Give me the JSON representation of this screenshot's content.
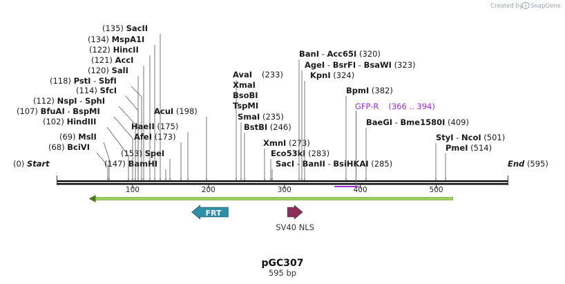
{
  "credit": {
    "text": "Created by",
    "brand": "SnapGene",
    "icon": "snapgene-logo-icon"
  },
  "plasmid": {
    "name": "pGC307",
    "length_label": "595 bp",
    "start_label": "Start",
    "start_pos": "(0)",
    "end_label": "End",
    "end_pos": "(595)"
  },
  "axis": {
    "ticks": [
      {
        "value": 100,
        "label": "100"
      },
      {
        "value": 200,
        "label": "200"
      },
      {
        "value": 300,
        "label": "300"
      },
      {
        "value": 400,
        "label": "400"
      },
      {
        "value": 500,
        "label": "500"
      }
    ]
  },
  "sites": [
    {
      "names": [
        "SacII"
      ],
      "pos": "(135)",
      "site": 135
    },
    {
      "names": [
        "MspA1I"
      ],
      "pos": "(134)",
      "site": 134
    },
    {
      "names": [
        "HincII"
      ],
      "pos": "(122)",
      "site": 122
    },
    {
      "names": [
        "AccI"
      ],
      "pos": "(121)",
      "site": 121
    },
    {
      "names": [
        "SalI"
      ],
      "pos": "(120)",
      "site": 120
    },
    {
      "names": [
        "PstI",
        "SbfI"
      ],
      "pos": "(118)",
      "site": 118
    },
    {
      "names": [
        "SfcI"
      ],
      "pos": "(114)",
      "site": 114
    },
    {
      "names": [
        "NspI",
        "SphI"
      ],
      "pos": "(112)",
      "site": 112
    },
    {
      "names": [
        "BfuAI",
        "BspMI"
      ],
      "pos": "(107)",
      "site": 107
    },
    {
      "names": [
        "HindIII"
      ],
      "pos": "(102)",
      "site": 102
    },
    {
      "names": [
        "MslI"
      ],
      "pos": "(69)",
      "site": 69
    },
    {
      "names": [
        "BciVI"
      ],
      "pos": "(68)",
      "site": 68
    },
    {
      "names": [
        "AcuI"
      ],
      "pos": "(198)",
      "site": 198
    },
    {
      "names": [
        "HaeII"
      ],
      "pos": "(175)",
      "site": 175
    },
    {
      "names": [
        "AfeI"
      ],
      "pos": "(173)",
      "site": 173
    },
    {
      "names": [
        "SpeI"
      ],
      "pos": "(153)",
      "site": 153
    },
    {
      "names": [
        "BamHI"
      ],
      "pos": "(147)",
      "site": 147
    },
    {
      "names": [
        "AvaI",
        "XmaI",
        "BsoBI",
        "TspMI"
      ],
      "pos": "(233)",
      "site": 233
    },
    {
      "names": [
        "SmaI"
      ],
      "pos": "(235)",
      "site": 235
    },
    {
      "names": [
        "BstBI"
      ],
      "pos": "(246)",
      "site": 246
    },
    {
      "names": [
        "XmnI"
      ],
      "pos": "(273)",
      "site": 273
    },
    {
      "names": [
        "Eco53kI"
      ],
      "pos": "(283)",
      "site": 283
    },
    {
      "names": [
        "SacI",
        "BanII",
        "BsiHKAI"
      ],
      "pos": "(285)",
      "site": 285
    },
    {
      "names": [
        "BanI",
        "Acc65I"
      ],
      "pos": "(320)",
      "site": 320
    },
    {
      "names": [
        "AgeI",
        "BsrFI",
        "BsaWI"
      ],
      "pos": "(323)",
      "site": 323
    },
    {
      "names": [
        "KpnI"
      ],
      "pos": "(324)",
      "site": 324
    },
    {
      "names": [
        "BpmI"
      ],
      "pos": "(382)",
      "site": 382
    },
    {
      "names": [
        "BaeGI",
        "Bme1580I"
      ],
      "pos": "(409)",
      "site": 409
    },
    {
      "names": [
        "StyI",
        "NcoI"
      ],
      "pos": "(501)",
      "site": 501
    },
    {
      "names": [
        "PmeI"
      ],
      "pos": "(514)",
      "site": 514
    }
  ],
  "primer": {
    "name": "GFP-R",
    "range": "(366 .. 394)",
    "start": 366,
    "end": 394,
    "color": "#9b30d9"
  },
  "features": [
    {
      "name": "FRT",
      "direction": "reverse",
      "color": "#2e8fa6",
      "start": 178,
      "end": 226
    },
    {
      "name": "SV40 NLS",
      "direction": "forward",
      "color": "#8e2e5b",
      "start": 304,
      "end": 324
    }
  ],
  "orf_line": {
    "color": "#9ad15a",
    "start": 46,
    "end": 522
  }
}
